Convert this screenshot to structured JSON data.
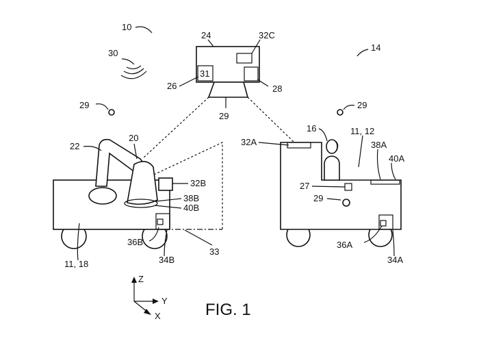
{
  "figure": {
    "caption": "FIG. 1",
    "refs": {
      "system": "10",
      "environment": "14",
      "signal": "30",
      "hub": "24",
      "hub_display": "32C",
      "hub_box": "31",
      "hub_left": "26",
      "hub_right": "28",
      "projector": "29",
      "beacon_left": "29",
      "beacon_right": "29",
      "beacon_cart": "29",
      "robot_arm": "22",
      "robot_head": "20",
      "left_display": "32B",
      "left_38": "38B",
      "left_40": "40B",
      "left_36": "36B",
      "left_34": "34B",
      "left_cart": "11, 18",
      "field": "33",
      "right_top": "32A",
      "person": "16",
      "right_cart": "11, 12",
      "right_38": "38A",
      "right_40": "40A",
      "right_27": "27",
      "right_36": "36A",
      "right_34": "34A"
    },
    "axes": {
      "z": "Z",
      "y": "Y",
      "x": "X"
    }
  }
}
